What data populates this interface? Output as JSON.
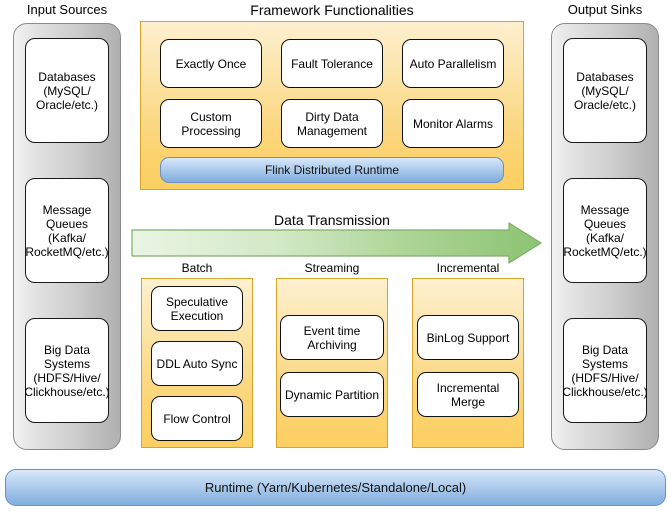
{
  "columns": {
    "input": {
      "title": "Input Sources",
      "items": [
        {
          "label": "Databases\n(MySQL/\nOracle/etc.)"
        },
        {
          "label": "Message\nQueues\n(Kafka/\nRocketMQ/etc.)"
        },
        {
          "label": "Big Data\nSystems\n(HDFS/Hive/\nClickhouse/etc.)"
        }
      ]
    },
    "output": {
      "title": "Output Sinks",
      "items": [
        {
          "label": "Databases\n(MySQL/\nOracle/etc.)"
        },
        {
          "label": "Message\nQueues\n(Kafka/\nRocketMQ/etc.)"
        },
        {
          "label": "Big Data\nSystems\n(HDFS/Hive/\nClickhouse/etc.)"
        }
      ]
    }
  },
  "framework": {
    "title": "Framework Functionalities",
    "features": [
      {
        "label": "Exactly Once"
      },
      {
        "label": "Fault Tolerance"
      },
      {
        "label": "Auto Parallelism"
      },
      {
        "label": "Custom\nProcessing"
      },
      {
        "label": "Dirty Data\nManagement"
      },
      {
        "label": "Monitor Alarms"
      }
    ],
    "runtime_bar": "Flink Distributed Runtime"
  },
  "transmission": {
    "label": "Data Transmission",
    "arrow_gradient_start": "#e4f2dd",
    "arrow_gradient_end": "#8cc474"
  },
  "categories": [
    {
      "title": "Batch",
      "items": [
        {
          "label": "Speculative\nExecution"
        },
        {
          "label": "DDL Auto Sync"
        },
        {
          "label": "Flow Control"
        }
      ]
    },
    {
      "title": "Streaming",
      "items": [
        {
          "label": "Event time\nArchiving"
        },
        {
          "label": "Dynamic Partition"
        }
      ]
    },
    {
      "title": "Incremental",
      "items": [
        {
          "label": "BinLog Support"
        },
        {
          "label": "Incremental\nMerge"
        }
      ]
    }
  ],
  "bottom": {
    "runtime": "Runtime (Yarn/Kubernetes/Standalone/Local)"
  },
  "colors": {
    "panel_orange": "#fbd169",
    "panel_orange_border": "#d6a428",
    "blue_bar": "#a7c7ea",
    "blue_bar_border": "#6b8fc4",
    "gray_column": "#cfcfcf",
    "gray_column_border": "#8a8a8a",
    "box_white": "#ffffff",
    "box_border": "#111111",
    "arrow_green": "#8cc474",
    "arrow_green_border": "#6fa55a",
    "text": "#000000"
  }
}
